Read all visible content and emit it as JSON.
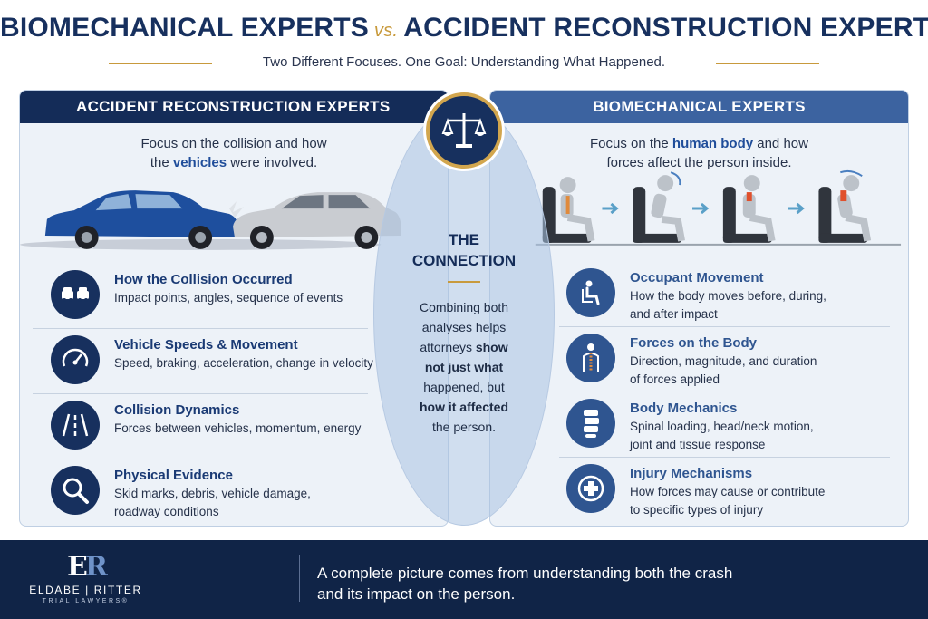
{
  "header": {
    "title_left": "BIOMECHANICAL EXPERTS",
    "title_vs": "vs.",
    "title_right": "ACCIDENT RECONSTRUCTION EXPERTS",
    "subtitle": "Two Different Focuses. One Goal: Understanding What Happened."
  },
  "left_panel": {
    "heading": "ACCIDENT RECONSTRUCTION EXPERTS",
    "lead_a": "Focus on the collision and how",
    "lead_b": "the",
    "lead_em": "vehicles",
    "lead_c": "were involved.",
    "items": [
      {
        "title": "How the Collision Occurred",
        "desc": "Impact points, angles, sequence of events",
        "icon": "two-cars-icon"
      },
      {
        "title": "Vehicle Speeds & Movement",
        "desc": "Speed, braking, acceleration, change in velocity",
        "icon": "speedometer-icon"
      },
      {
        "title": "Collision Dynamics",
        "desc": "Forces between vehicles, momentum, energy",
        "icon": "road-icon"
      },
      {
        "title": "Physical Evidence",
        "desc_a": "Skid marks, debris, vehicle damage,",
        "desc_b": "roadway conditions",
        "icon": "magnifier-icon"
      }
    ]
  },
  "center": {
    "title_a": "THE",
    "title_b": "CONNECTION",
    "body_1": "Combining both",
    "body_2": "analyses helps",
    "body_3a": "attorneys",
    "body_3b": "show",
    "body_4": "not just what",
    "body_5": "happened, but",
    "body_6": "how it affected",
    "body_7": "the person.",
    "icon": "scales-of-justice-icon"
  },
  "right_panel": {
    "heading": "BIOMECHANICAL EXPERTS",
    "lead_a": "Focus on the",
    "lead_em": "human body",
    "lead_b": "and how",
    "lead_c": "forces affect the person inside.",
    "items": [
      {
        "title": "Occupant Movement",
        "desc_a": "How the body moves before, during,",
        "desc_b": "and after impact",
        "icon": "seated-person-icon"
      },
      {
        "title": "Forces on the Body",
        "desc_a": "Direction, magnitude, and duration",
        "desc_b": "of forces applied",
        "icon": "body-spine-icon"
      },
      {
        "title": "Body Mechanics",
        "desc_a": "Spinal loading, head/neck motion,",
        "desc_b": "joint and tissue response",
        "icon": "vertebrae-icon"
      },
      {
        "title": "Injury Mechanisms",
        "desc_a": "How forces may cause or contribute",
        "desc_b": "to specific types of injury",
        "icon": "medical-cross-icon"
      }
    ]
  },
  "footer": {
    "logo_mark_a": "E",
    "logo_mark_b": "R",
    "logo_name": "ELDABE | RITTER",
    "logo_sub": "TRIAL LAWYERS®",
    "tagline_a": "A complete picture comes from understanding both the crash",
    "tagline_b": "and its impact on the person."
  },
  "colors": {
    "navy": "#142c58",
    "accent_blue": "#3c63a0",
    "gold": "#c89a3c",
    "panel_bg": "#edf2f8"
  }
}
